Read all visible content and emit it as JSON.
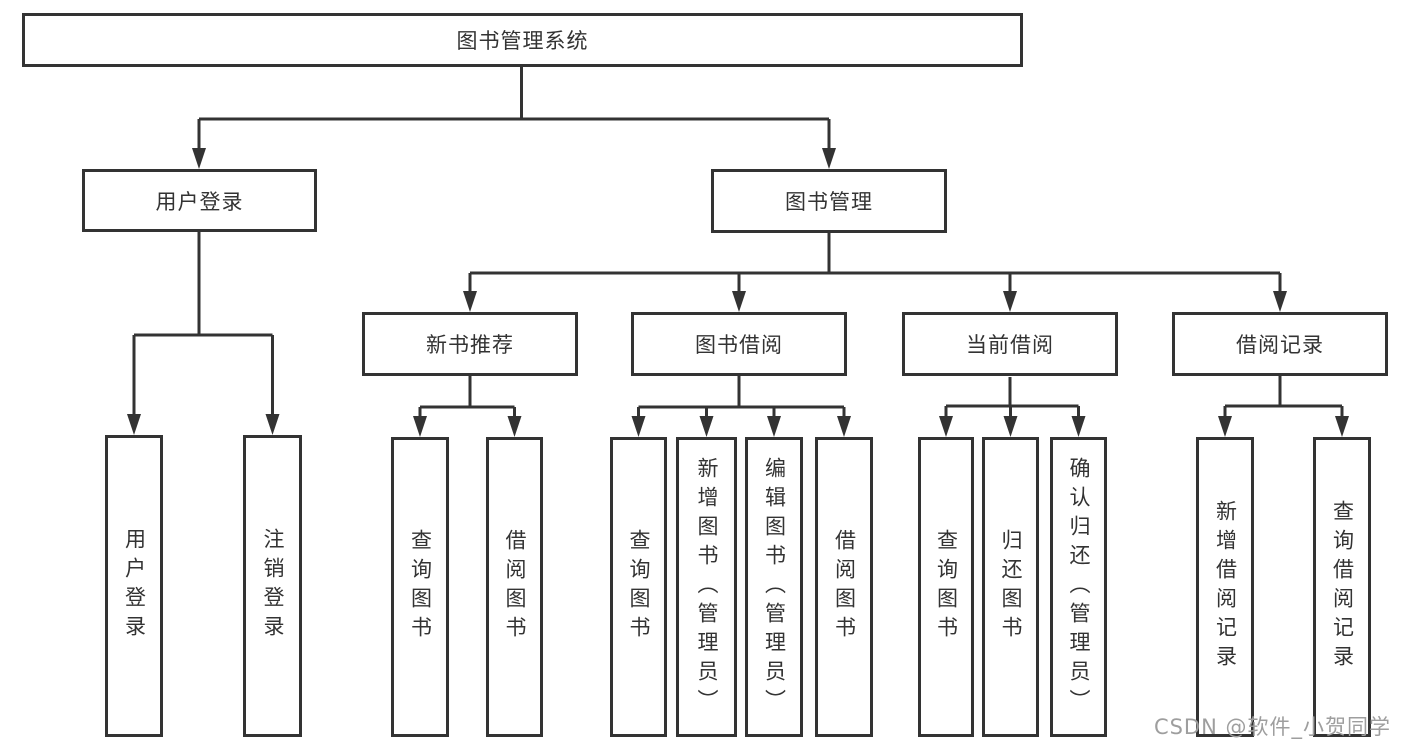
{
  "tree": {
    "root": {
      "label": "图书管理系统",
      "children": [
        {
          "label": "用户登录",
          "children": [
            {
              "label": "用户登录"
            },
            {
              "label": "注销登录"
            }
          ]
        },
        {
          "label": "图书管理",
          "children": [
            {
              "label": "新书推荐",
              "children": [
                {
                  "label": "查询图书"
                },
                {
                  "label": "借阅图书"
                }
              ]
            },
            {
              "label": "图书借阅",
              "children": [
                {
                  "label": "查询图书"
                },
                {
                  "label": "新增图书（管理员）"
                },
                {
                  "label": "编辑图书（管理员）"
                },
                {
                  "label": "借阅图书"
                }
              ]
            },
            {
              "label": "当前借阅",
              "children": [
                {
                  "label": "查询图书"
                },
                {
                  "label": "归还图书"
                },
                {
                  "label": "确认归还（管理员）"
                }
              ]
            },
            {
              "label": "借阅记录",
              "children": [
                {
                  "label": "新增借阅记录"
                },
                {
                  "label": "查询借阅记录"
                }
              ]
            }
          ]
        }
      ]
    }
  },
  "watermark": "CSDN @软件_小贺同学",
  "colors": {
    "line": "#333333",
    "text": "#333333",
    "box_background": "#ffffff",
    "watermark": "#9e9e9e"
  }
}
